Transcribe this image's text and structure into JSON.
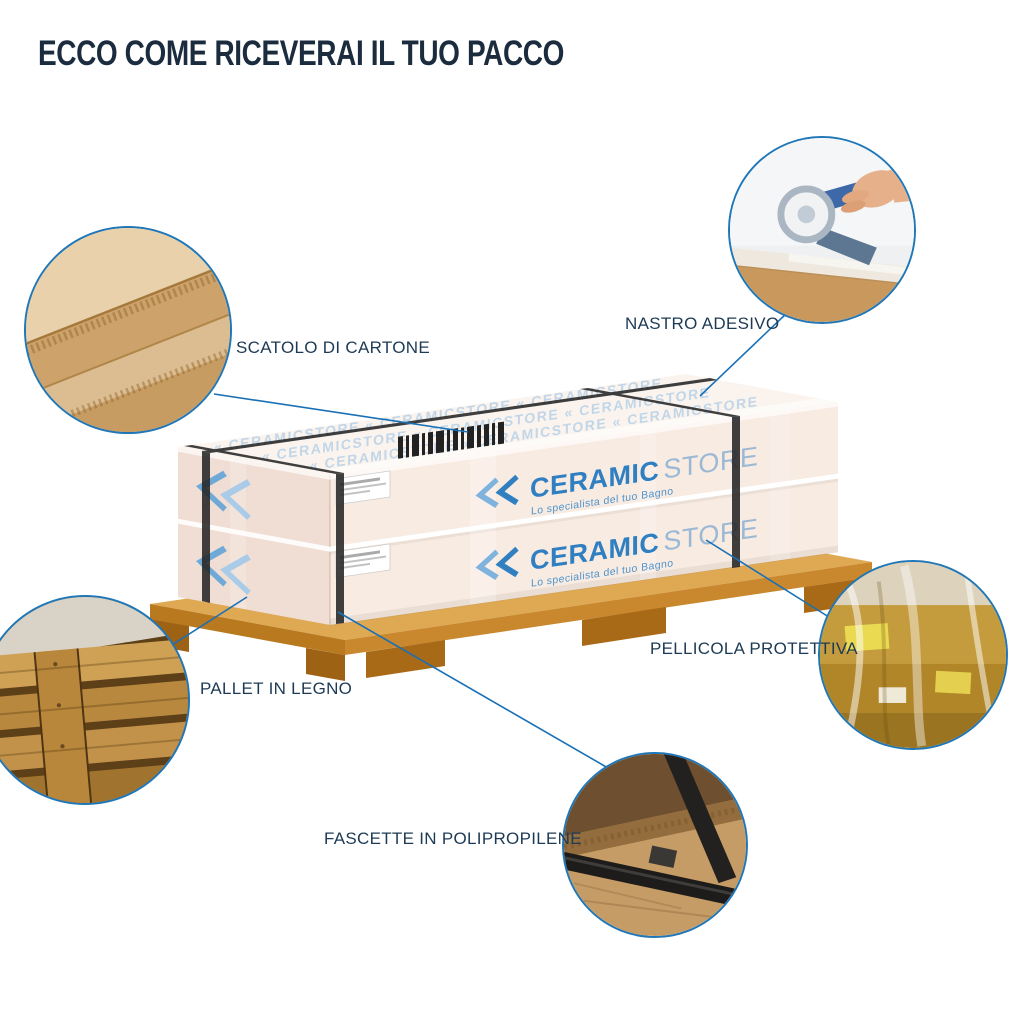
{
  "title": "ECCO COME RICEVERAI IL TUO PACCO",
  "callouts": {
    "cardboard": {
      "label": "SCATOLO DI CARTONE"
    },
    "tape": {
      "label": "NASTRO ADESIVO"
    },
    "pallet": {
      "label": "PALLET IN LEGNO"
    },
    "film": {
      "label": "PELLICOLA PROTETTIVA"
    },
    "straps": {
      "label": "FASCETTE IN POLIPROPILENE"
    }
  },
  "package": {
    "brand": "CERAMIC",
    "brand_suffix": "STORE",
    "tagline": "Lo specialista del tuo Bagno",
    "watermark_row": "« CERAMICSTORE   « CERAMICSTORE   « CERAMICSTORE"
  },
  "colors": {
    "accent_blue": "#1a70b5",
    "brand_blue": "#2f7fc1",
    "title_navy": "#1b2c3e",
    "pallet_wood": "#d89434",
    "cardboard_tan": "#d9b98e"
  }
}
